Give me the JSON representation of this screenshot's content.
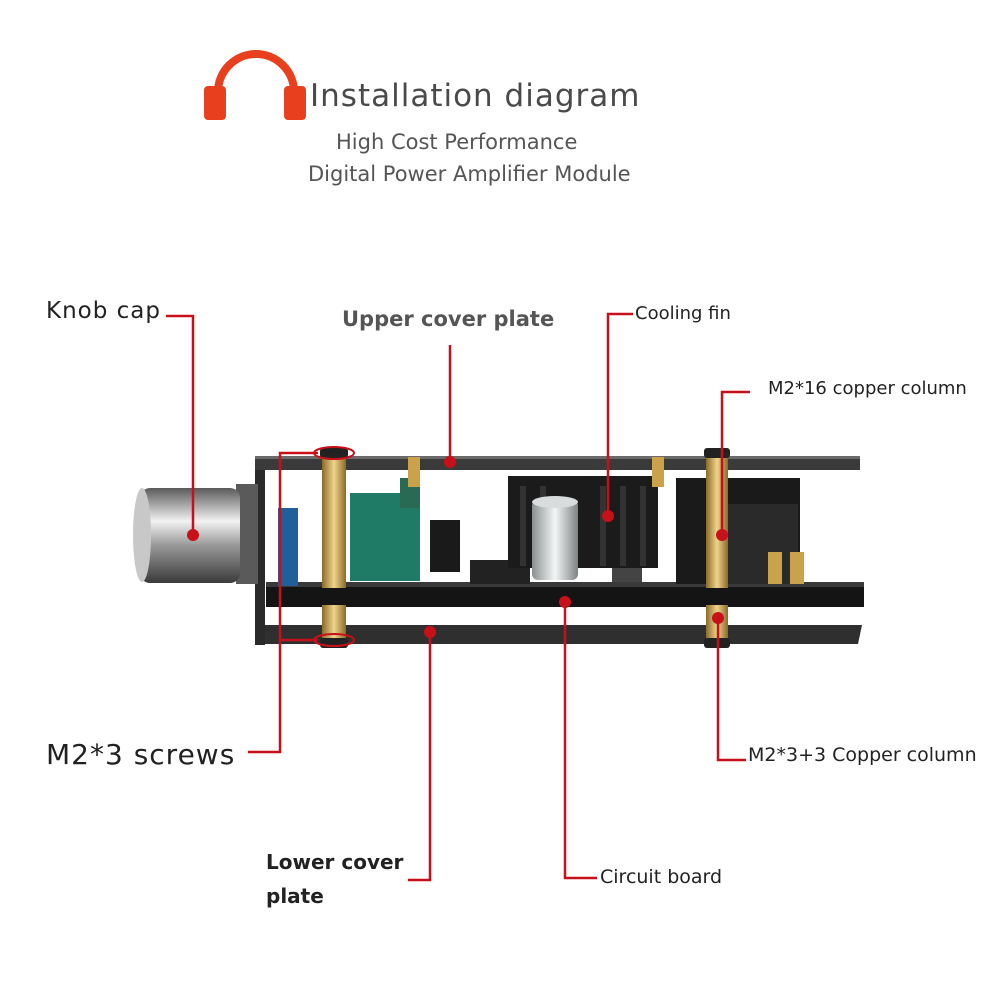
{
  "header": {
    "title": "Installation diagram",
    "subtitle_line1": "High Cost Performance",
    "subtitle_line2": "Digital Power Amplifier Module",
    "icon": "headphones-icon",
    "icon_color": "#e8401e"
  },
  "labels": {
    "knob_cap": "Knob cap",
    "upper_cover_plate": "Upper cover plate",
    "cooling_fin": "Cooling fin",
    "m2_16_copper_column": "M2*16 copper column",
    "m2_3_screws": "M2*3 screws",
    "m2_3_3_copper_column": "M2*3+3 Copper column",
    "lower_cover_plate_line1": "Lower cover",
    "lower_cover_plate_line2": "plate",
    "circuit_board": "Circuit board"
  },
  "colors": {
    "leader_line": "#c8101a",
    "plate": "#2a2a2a",
    "board": "#111111",
    "copper": "#c9a24a",
    "capacitor": "#1f7a66"
  }
}
